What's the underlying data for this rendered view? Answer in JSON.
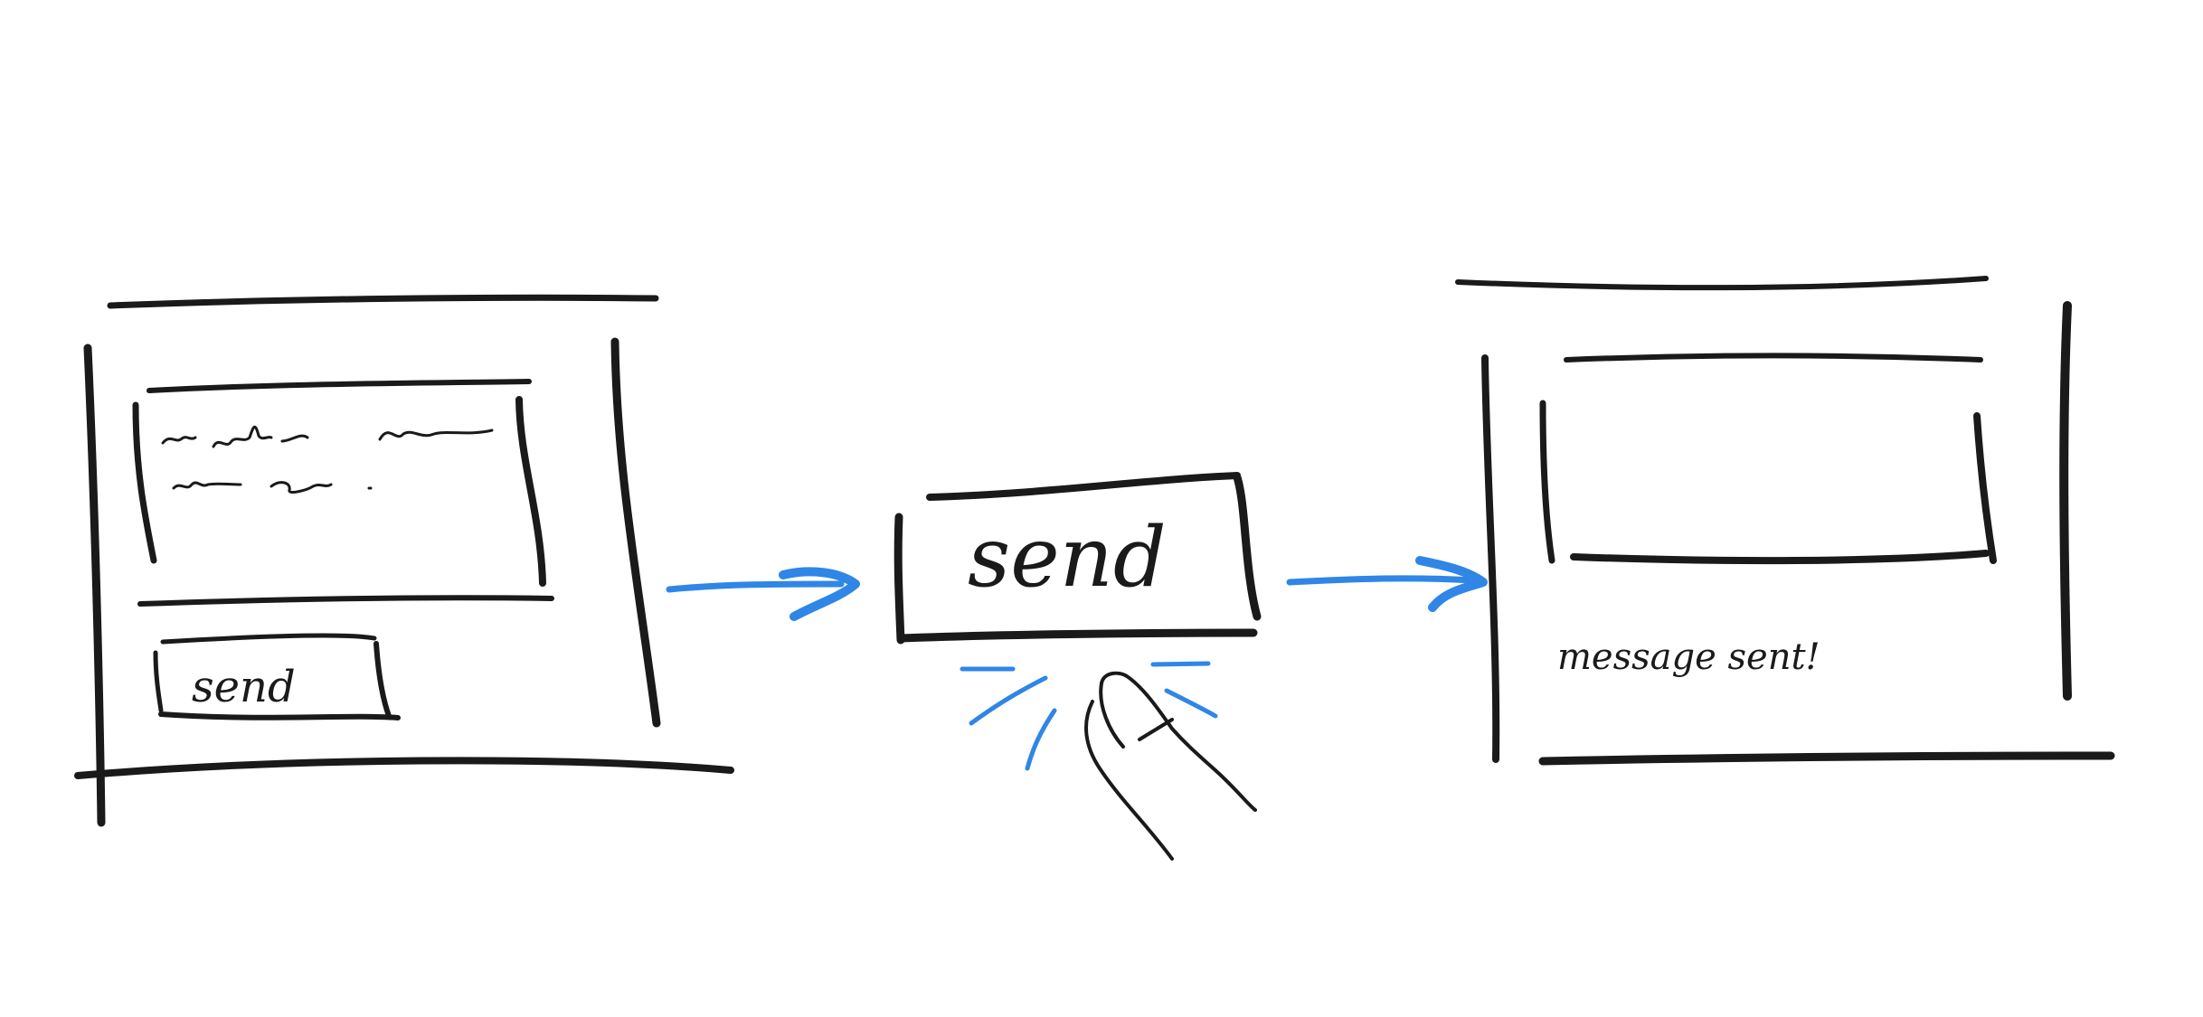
{
  "panel_compose": {
    "message_text_line1": "",
    "message_text_line2": "",
    "send_button_label": "send"
  },
  "panel_tap": {
    "send_button_label": "send",
    "finger_icon": "tap-finger-icon",
    "tap_burst_icon": "tap-burst-icon"
  },
  "panel_result": {
    "status_text": "message sent!"
  },
  "arrows": {
    "icon": "arrow-right-icon"
  },
  "colors": {
    "ink": "#1a1a1a",
    "accent": "#2f86e6",
    "background": "#ffffff"
  }
}
